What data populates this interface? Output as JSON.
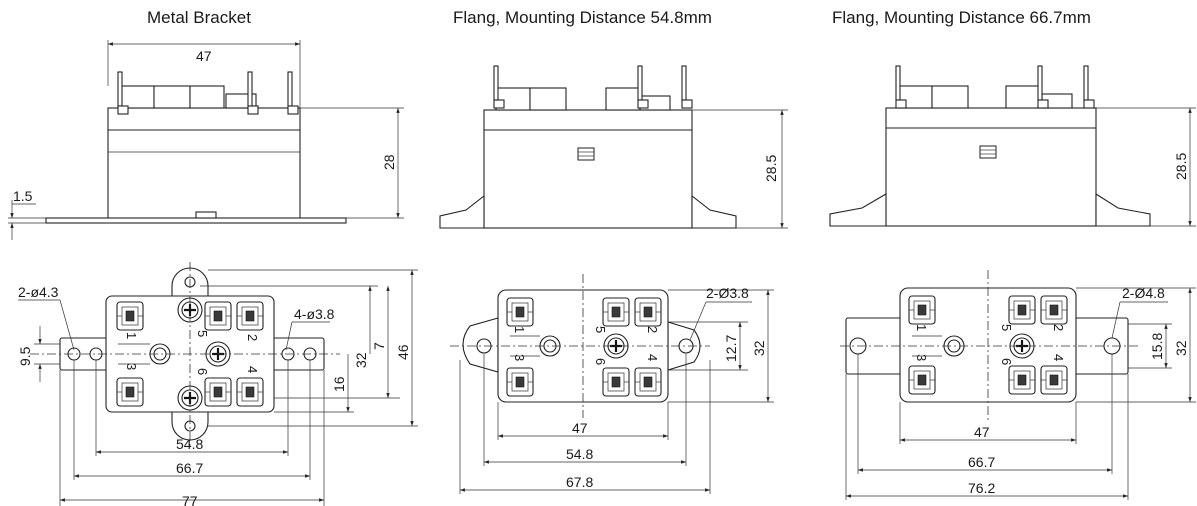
{
  "titles": {
    "metal_bracket": "Metal Bracket",
    "flang_548": "Flang, Mounting  Distance  54.8mm",
    "flang_667": "Flang, Mounting  Distance  66.7mm"
  },
  "view1": {
    "side": {
      "width": "47",
      "height": "28",
      "bracket_thk": "1.5"
    },
    "bottom": {
      "hole_a": "2-ø4.3",
      "hole_b": "4-ø3.8",
      "d_9_5": "9.5",
      "d_32": "32",
      "d_16": "16",
      "d_7": "7",
      "d_46": "46",
      "d_54_8": "54.8",
      "d_66_7": "66.7",
      "d_77": "77"
    }
  },
  "view2": {
    "side": {
      "height": "28.5"
    },
    "bottom": {
      "hole": "2-Ø3.8",
      "d_12_7": "12.7",
      "d_32": "32",
      "d_47": "47",
      "d_54_8": "54.8",
      "d_67_8": "67.8"
    }
  },
  "view3": {
    "side": {
      "height": "28.5"
    },
    "bottom": {
      "hole": "2-Ø4.8",
      "d_15_8": "15.8",
      "d_32": "32",
      "d_47": "47",
      "d_66_7": "66.7",
      "d_76_2": "76.2"
    }
  },
  "pins": [
    "1",
    "2",
    "3",
    "4",
    "5",
    "6"
  ]
}
